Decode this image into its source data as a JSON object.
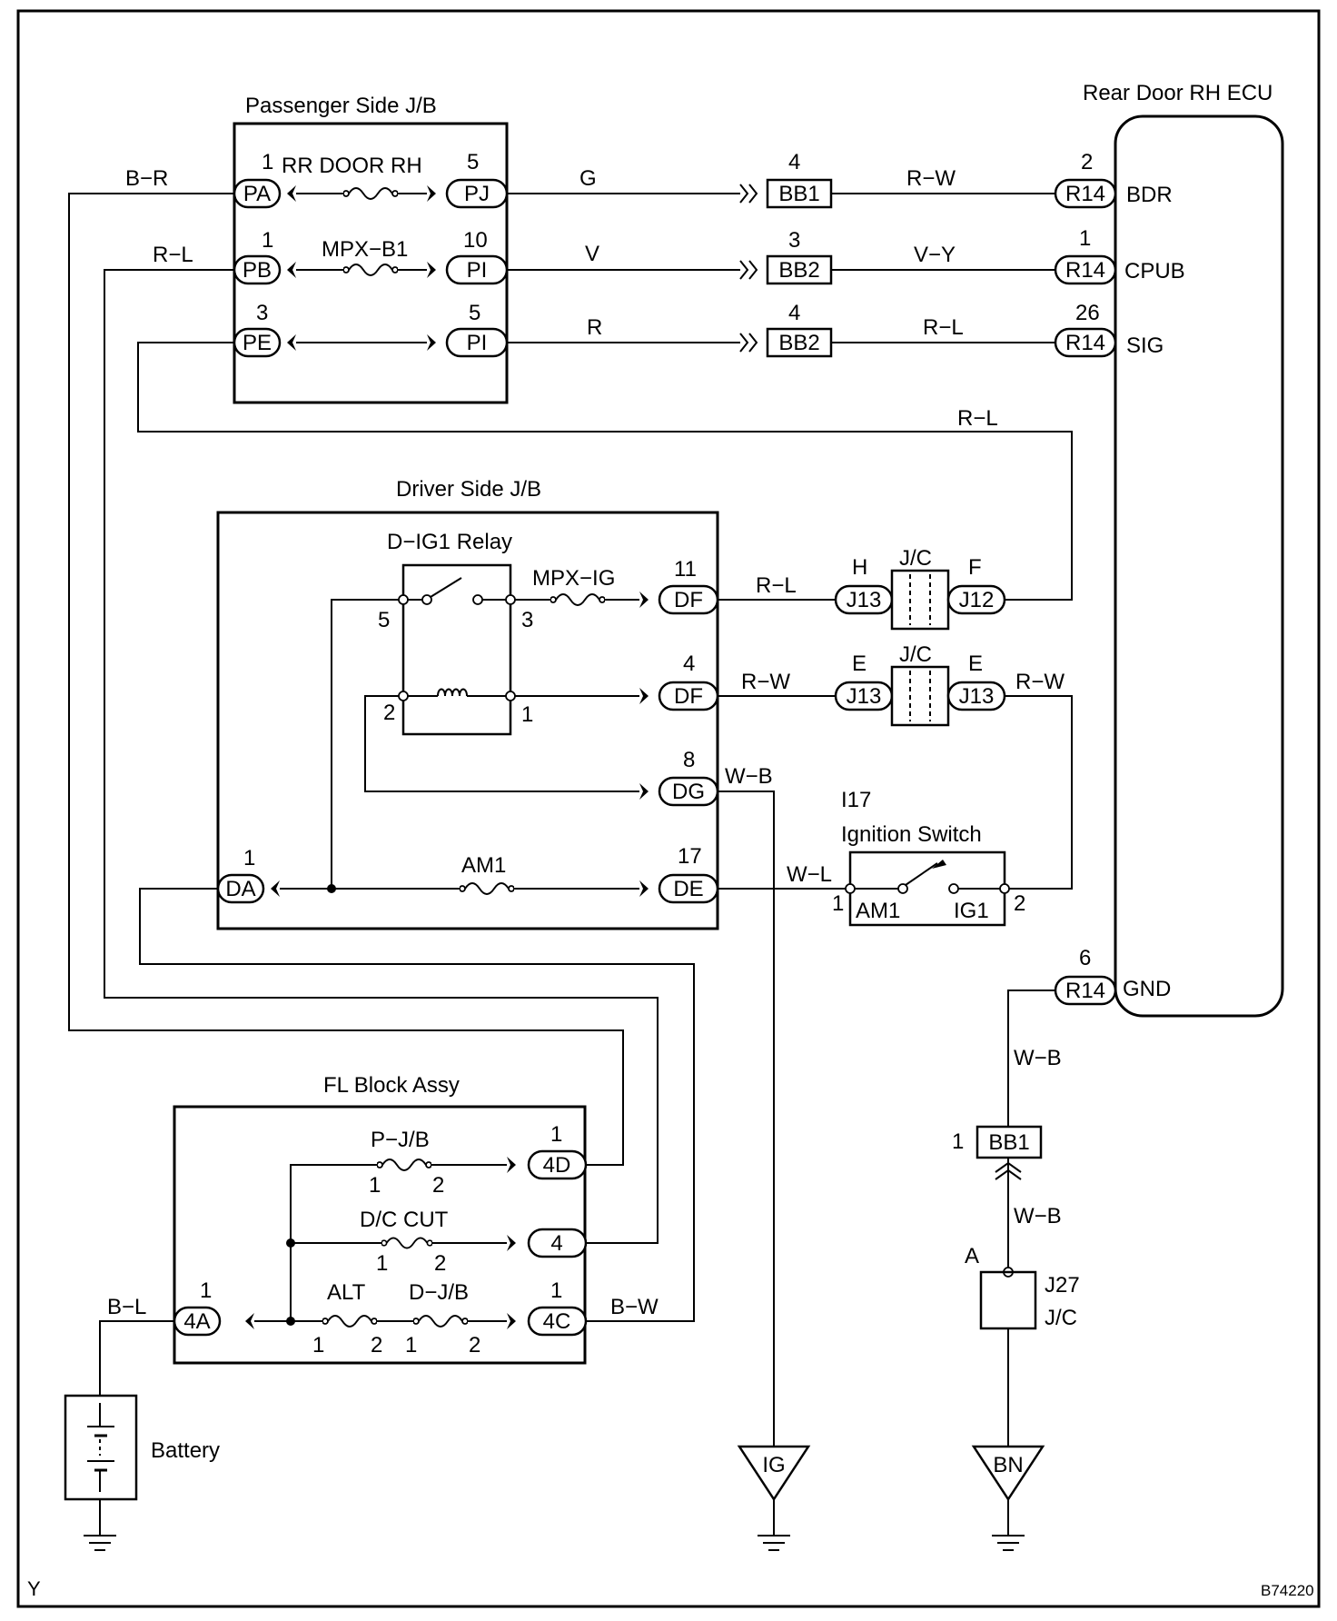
{
  "components": {
    "passenger_jb": "Passenger Side J/B",
    "rear_door_ecu": "Rear Door RH ECU",
    "driver_jb": "Driver Side J/B",
    "dig1_relay": "D−IG1 Relay",
    "ignition_switch_id": "I17",
    "ignition_switch": "Ignition Switch",
    "fl_block": "FL Block Assy",
    "battery": "Battery",
    "jc": "J/C",
    "j27": "J27"
  },
  "fuses": {
    "rr_door_rh": "RR DOOR RH",
    "mpx_b1": "MPX−B1",
    "mpx_ig": "MPX−IG",
    "am1": "AM1",
    "p_jb": "P−J/B",
    "dc_cut": "D/C CUT",
    "alt": "ALT",
    "d_jb": "D−J/B"
  },
  "connectors": {
    "PA": "PA",
    "PB": "PB",
    "PE": "PE",
    "PJ": "PJ",
    "PI": "PI",
    "BB1": "BB1",
    "BB2": "BB2",
    "R14": "R14",
    "DF": "DF",
    "DG": "DG",
    "DA": "DA",
    "DE": "DE",
    "J13": "J13",
    "J12": "J12",
    "4D": "4D",
    "4": "4",
    "4A": "4A",
    "4C": "4C"
  },
  "ecu_terminals": {
    "bdr": "BDR",
    "cpub": "CPUB",
    "sig": "SIG",
    "gnd": "GND"
  },
  "switch_terminals": {
    "am1": "AM1",
    "ig1": "IG1"
  },
  "wire_colors": {
    "B_R": "B−R",
    "R_L": "R−L",
    "G": "G",
    "V": "V",
    "R": "R",
    "R_W": "R−W",
    "V_Y": "V−Y",
    "W_B": "W−B",
    "W_L": "W−L",
    "B_L": "B−L",
    "B_W": "B−W"
  },
  "pins": {
    "pa": "1",
    "pj": "5",
    "pb": "1",
    "pi10": "10",
    "pe": "3",
    "pi5": "5",
    "bb1_top": "4",
    "bb2_mid": "3",
    "bb2_low": "4",
    "r14_bdr": "2",
    "r14_cpub": "1",
    "r14_sig": "26",
    "r14_gnd": "6",
    "relay_5": "5",
    "relay_3": "3",
    "relay_2": "2",
    "relay_1": "1",
    "df11": "11",
    "df4": "4",
    "dg8": "8",
    "da1": "1",
    "de17": "17",
    "j13_H": "H",
    "j12_F": "F",
    "j13_E1": "E",
    "j13_E2": "E",
    "sw_1": "1",
    "sw_2": "2",
    "bb1_gnd": "1",
    "j27_A": "A",
    "fuse_1": "1",
    "fuse_2": "2",
    "c4d": "1",
    "c4a": "1",
    "c4c": "1"
  },
  "grounds": {
    "ig": "IG",
    "bn": "BN"
  },
  "corner_left": "Y",
  "figure_id": "B74220",
  "colors": {
    "line": "#000000",
    "background": "#ffffff"
  }
}
